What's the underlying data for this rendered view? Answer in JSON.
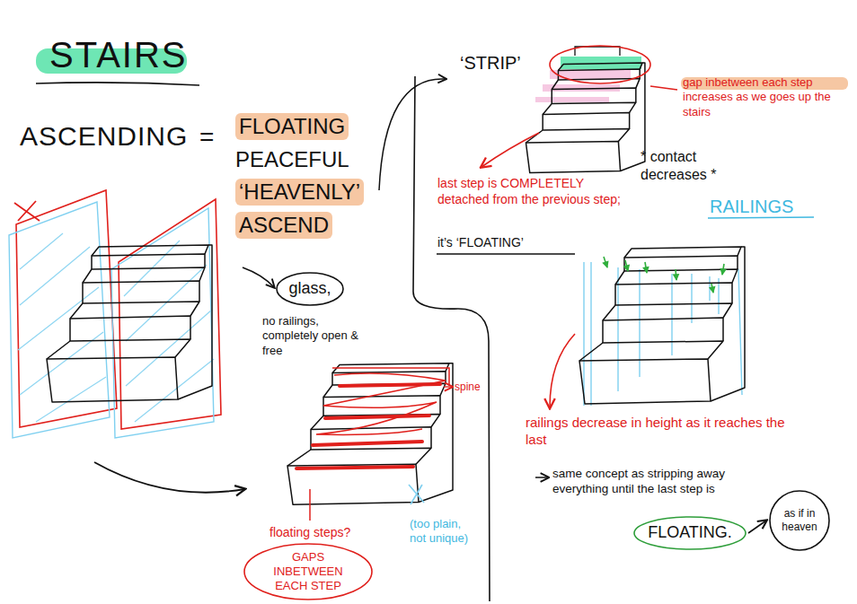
{
  "diagram": {
    "title": "STAIRS",
    "nodes": [
      {
        "text": [
          "glass,"
        ]
      },
      {
        "text": [
          "GAPS INBETWEEN EACH STEP"
        ]
      },
      {
        "text": [
          "FLOATING."
        ]
      },
      {
        "text": [
          "as if in heaven"
        ]
      }
    ],
    "edges": [
      {
        "from": 2,
        "to": 3,
        "arrow": "to"
      }
    ],
    "labels": [
      "ASCENDING",
      "=",
      "FLOATING",
      "PEACEFUL",
      "‘HEAVENLY’",
      "ASCEND",
      "no railings, completely open & free",
      "spine",
      "floating steps?",
      "(too plain, not unique)",
      "‘STRIP’",
      "gap inbetween each step increases as we goes up the stairs",
      "last step is COMPLETELY detached from the previous step;",
      "it’s ‘FLOATING’",
      "* contact decreases *",
      "RAILINGS",
      "railings decrease in height as it reaches the last",
      "same concept as stripping away everything until the last step is"
    ]
  }
}
